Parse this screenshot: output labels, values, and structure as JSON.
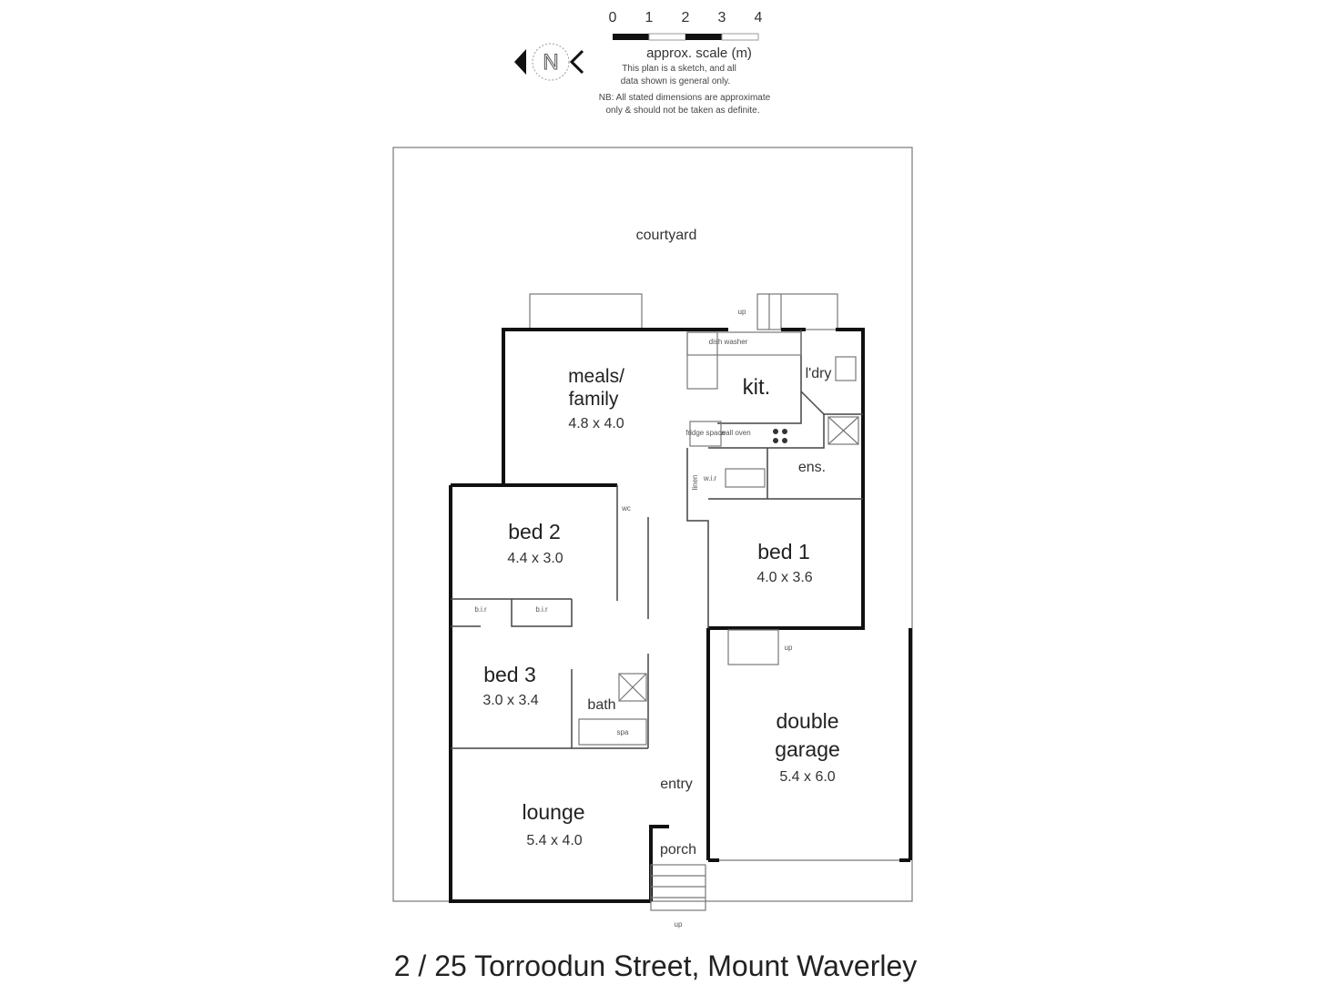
{
  "scale": {
    "ticks": [
      "0",
      "1",
      "2",
      "3",
      "4"
    ],
    "label": "approx. scale (m)",
    "note1": "This plan is a sketch, and all",
    "note2": "data shown is general only.",
    "note3": "NB: All stated dimensions are approximate",
    "note4": "only & should not be taken as definite."
  },
  "compass": {
    "letter": "N"
  },
  "rooms": {
    "courtyard": "courtyard",
    "meals": {
      "name1": "meals/",
      "name2": "family",
      "dim": "4.8 x 4.0"
    },
    "kitchen": "kit.",
    "laundry": "l'dry",
    "ensuite": "ens.",
    "bed1": {
      "name": "bed 1",
      "dim": "4.0 x 3.6"
    },
    "bed2": {
      "name": "bed 2",
      "dim": "4.4 x 3.0"
    },
    "bed3": {
      "name": "bed 3",
      "dim": "3.0 x 3.4"
    },
    "bath": "bath",
    "lounge": {
      "name": "lounge",
      "dim": "5.4 x 4.0"
    },
    "entry": "entry",
    "porch": "porch",
    "garage": {
      "name1": "double",
      "name2": "garage",
      "dim": "5.4 x 6.0"
    }
  },
  "fixtures": {
    "dishwasher": "dish washer",
    "fridge": "fridge space",
    "wall_oven": "wall oven",
    "wir": "w.i.r",
    "bir1": "b.i.r",
    "bir2": "b.i.r",
    "linen": "linen",
    "wc": "wc",
    "spa": "spa",
    "up": "up"
  },
  "address": "2 / 25 Torroodun Street, Mount Waverley"
}
